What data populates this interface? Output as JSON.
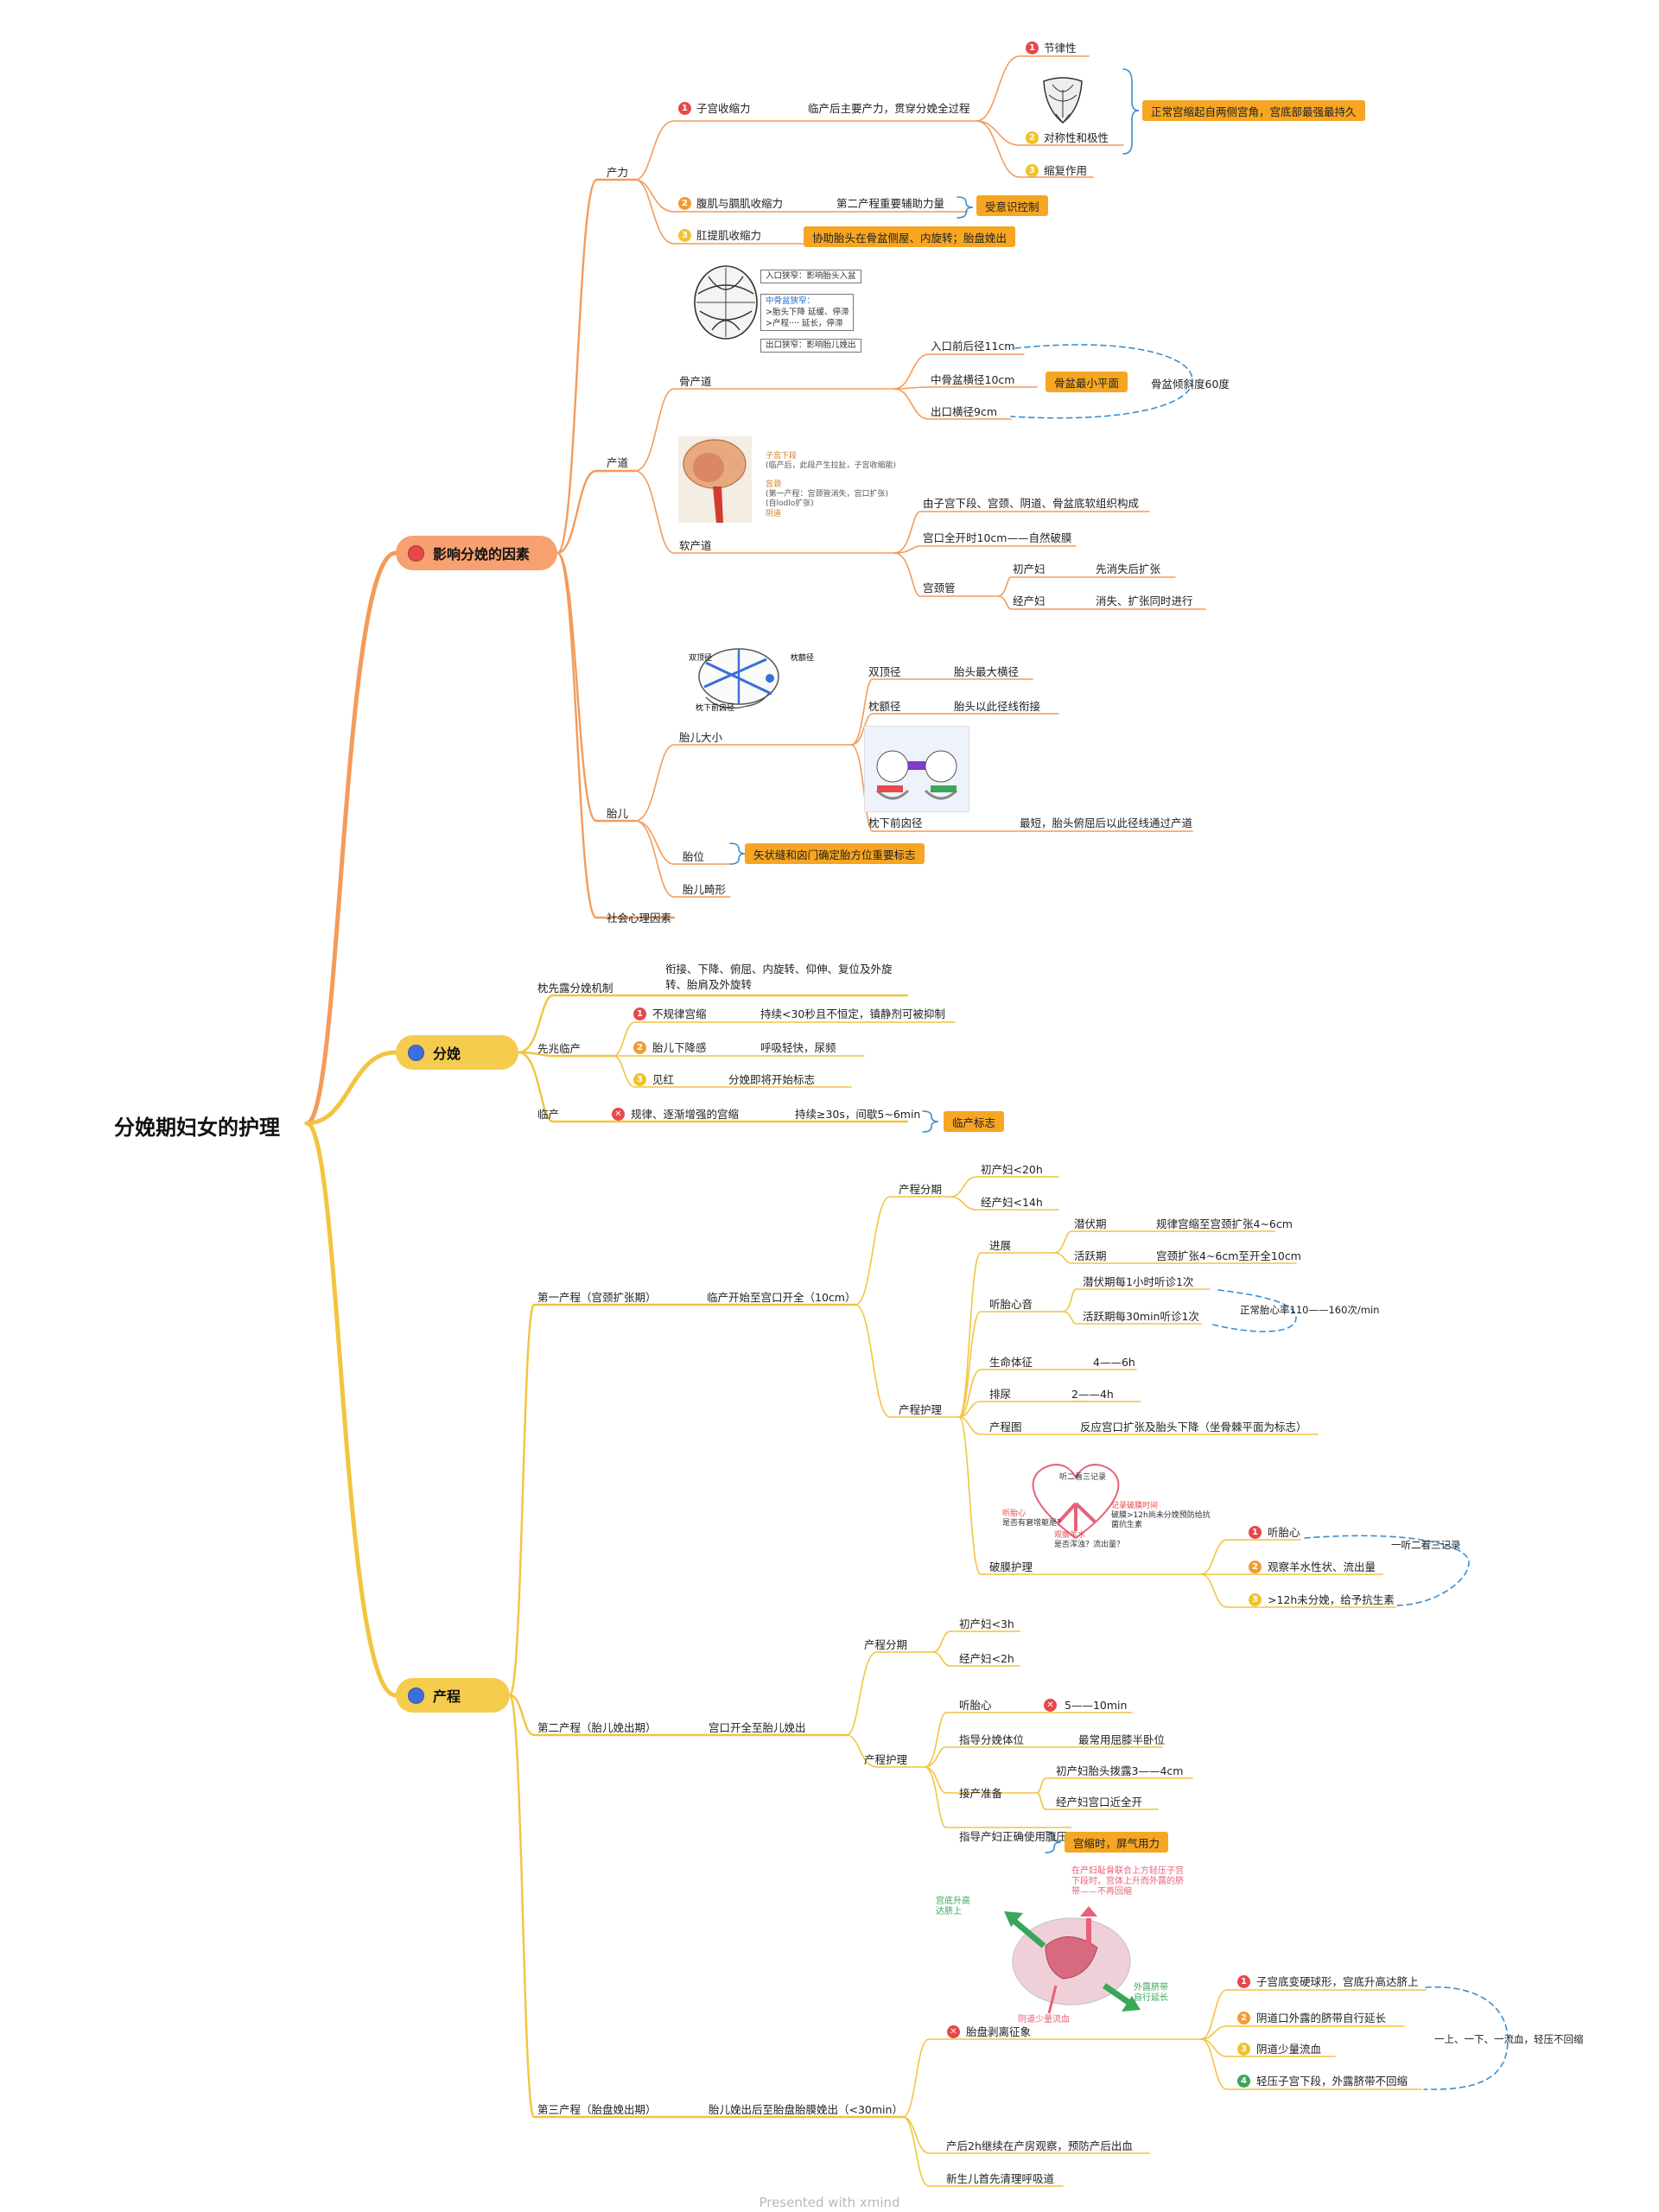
{
  "root": "分娩期妇女的护理",
  "colors": {
    "orange": "#f39b5a",
    "yellow": "#f2c440",
    "callout": "#f6a623",
    "dashed": "#3a8fd0",
    "heart": "#e8617a"
  },
  "branch1": {
    "label": "影响分娩的因素",
    "chanli": {
      "label": "产力",
      "gongsuo": {
        "label": "子宫收缩力",
        "desc": "临产后主要产力，贯穿分娩全过程",
        "traits": [
          "节律性",
          "对称性和极性",
          "缩复作用"
        ],
        "callout": "正常宫缩起自两侧宫角，宫底部最强最持久"
      },
      "fuji": {
        "label": "腹肌与膈肌收缩力",
        "desc": "第二产程重要辅助力量",
        "callout": "受意识控制"
      },
      "gangti": {
        "label": "肛提肌收缩力",
        "callout": "协助胎头在骨盆侧屋、内旋转；胎盘娩出"
      }
    },
    "chandao": {
      "label": "产道",
      "pelvis_labels": {
        "inlet": "入口狭窄：影响胎头入盆",
        "mid_title": "中骨盆狭窄：",
        "mid_1": ">胎头下降      延缓、停滞",
        "mid_2": ">产程···· 延长，停滞",
        "outlet": "出口狭窄：影响胎儿娩出"
      },
      "gu": {
        "label": "骨产道",
        "items": [
          "入口前后径11cm",
          "中骨盆横径10cm",
          "出口横径9cm"
        ],
        "callout": "骨盆最小平面",
        "note": "骨盆倾斜度60度"
      },
      "ruan": {
        "label": "软产道",
        "illus_text": {
          "a": "子宫下段",
          "b": "(临产后，此段产生拉扯，子宫收缩能)",
          "c": "宫颈",
          "d": "(第一产程：宫颈管消失，宫口扩张)",
          "e": "(自lodlo扩张)",
          "f": "阴道"
        },
        "items": [
          "由子宫下段、宫颈、阴道、骨盆底软组织构成",
          "宫口全开时10cm——自然破膜"
        ],
        "guanlabel": "宫颈管",
        "chu": "初产妇",
        "chu_desc": "先消失后扩张",
        "jing": "经产妇",
        "jing_desc": "消失、扩张同时进行"
      }
    },
    "taier": {
      "label": "胎儿",
      "skull_labels": {
        "a": "双顶径",
        "b": "枕额径",
        "c": "枕下前囟径"
      },
      "size": {
        "label": "胎儿大小",
        "rows": [
          {
            "k": "双顶径",
            "v": "胎头最大横径"
          },
          {
            "k": "枕额径",
            "v": "胎头以此径线衔接"
          },
          {
            "k": "枕下前囟径",
            "v": "最短，胎头俯屈后以此径线通过产道"
          }
        ]
      },
      "position": {
        "label": "胎位",
        "callout": "矢状缝和囟门确定胎方位重要标志"
      },
      "malform": "胎儿畸形"
    },
    "psych": "社会心理因素"
  },
  "branch2": {
    "label": "分娩",
    "mech": {
      "label": "枕先露分娩机制",
      "desc": "衔接、下降、俯屈、内旋转、仰伸、复位及外旋转、胎肩及外旋转"
    },
    "signs": {
      "label": "先兆临产",
      "rows": [
        {
          "k": "不规律宫缩",
          "v": "持续<30秒且不恒定，镇静剂可被抑制"
        },
        {
          "k": "胎儿下降感",
          "v": "呼吸轻快，尿频"
        },
        {
          "k": "见红",
          "v": "分娩即将开始标志"
        }
      ]
    },
    "labor": {
      "label": "临产",
      "desc": "规律、逐渐增强的宫缩",
      "v": "持续≥30s，间歇5~6min",
      "callout": "临产标志"
    }
  },
  "branch3": {
    "label": "产程",
    "s1": {
      "label": "第一产程（宫颈扩张期）",
      "desc": "临产开始至宫口开全（10cm）",
      "stage_label": "产程分期",
      "stages": [
        "初产妇<20h",
        "经产妇<14h"
      ],
      "care_label": "产程护理",
      "jinzhan": {
        "label": "进展",
        "rows": [
          {
            "k": "潜伏期",
            "v": "规律宫缩至宫颈扩张4~6cm"
          },
          {
            "k": "活跃期",
            "v": "宫颈扩张4~6cm至开全10cm"
          }
        ]
      },
      "tingtai": {
        "label": "听胎心音",
        "rows": [
          "潜伏期每1小时听诊1次",
          "活跃期每30min听诊1次"
        ],
        "note": "正常胎心率110——160次/min"
      },
      "vital": {
        "label": "生命体征",
        "v": "4——6h"
      },
      "pee": {
        "label": "排尿",
        "v": "2——4h"
      },
      "chart": {
        "label": "产程图",
        "v": "反应宫口扩张及胎头下降（坐骨棘平面为标志）"
      },
      "heart": {
        "title": "听二看三记录",
        "l1": "听胎心",
        "l2": "是否有窘增躯是？",
        "m1": "观察羊水",
        "m2": "是否浑浊？流出量？",
        "r1": "记录破膜时间",
        "r2": "破膜>12h尚未分娩预防给抗",
        "r3": "菌抗生素"
      },
      "rupture": {
        "label": "破膜护理",
        "items": [
          "听胎心",
          "观察羊水性状、流出量",
          ">12h未分娩，给予抗生素"
        ],
        "note": "一听二看三记录"
      }
    },
    "s2": {
      "label": "第二产程（胎儿娩出期）",
      "desc": "宫口开全至胎儿娩出",
      "stage_label": "产程分期",
      "stages": [
        "初产妇<3h",
        "经产妇<2h"
      ],
      "care_label": "产程护理",
      "heart": {
        "label": "听胎心",
        "v": "5——10min"
      },
      "pos": {
        "label": "指导分娩体位",
        "v": "最常用屈膝半卧位"
      },
      "prep": {
        "label": "接产准备",
        "rows": [
          "初产妇胎头拨露3——4cm",
          "经产妇宫口近全开"
        ]
      },
      "push": {
        "label": "指导产妇正确使用腹压",
        "callout": "宫缩时，屏气用力"
      }
    },
    "s3": {
      "label": "第三产程（胎盘娩出期）",
      "desc": "胎儿娩出后至胎盘胎膜娩出（<30min）",
      "illus_text": {
        "a": "宫底升高",
        "b": "达脐上",
        "c": "在产妇耻骨联合上方轻压子宫下段时，宫体上升而外露的脐带——不再回缩",
        "d": "外露脐带",
        "e": "自行延长",
        "f": "阴道少量流血"
      },
      "signs": {
        "label": "胎盘剥离征象",
        "items": [
          "子宫底变硬球形，宫底升高达脐上",
          "阴道口外露的脐带自行延长",
          "阴道少量流血",
          "轻压子宫下段，外露脐带不回缩"
        ],
        "note": "一上、一下、一流血，轻压不回缩"
      },
      "obs": "产后2h继续在产房观察，预防产后出血",
      "baby": "新生儿首先清理呼吸道"
    }
  },
  "footer": "Presented with xmind"
}
